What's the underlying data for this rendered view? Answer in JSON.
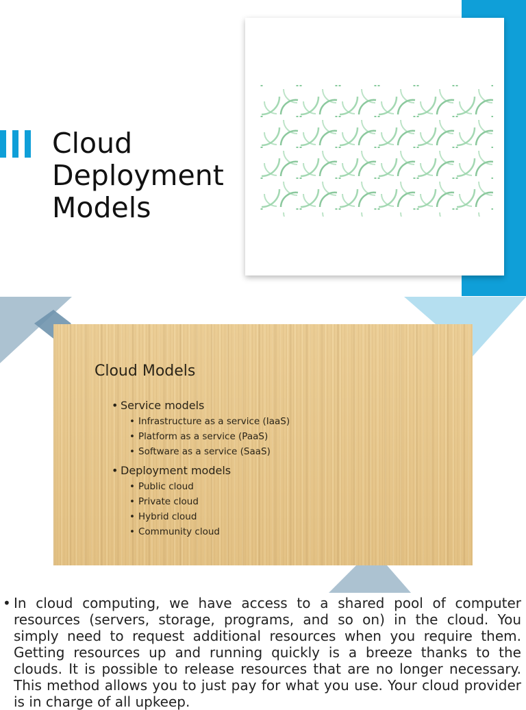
{
  "colors": {
    "accent_blue": "#0f9fd8",
    "deco_slate": "#9db7c9",
    "deco_light": "#b5dff0",
    "wood": "#e7c88f"
  },
  "header": {
    "title": "Cloud Deployment Models"
  },
  "slide": {
    "title": "Cloud Models",
    "groups": [
      {
        "label": "Service models",
        "items": [
          "Infrastructure as a service (IaaS)",
          "Platform as a service (PaaS)",
          "Software as a service (SaaS)"
        ]
      },
      {
        "label": "Deployment models",
        "items": [
          "Public cloud",
          "Private cloud",
          "Hybrid cloud",
          "Community cloud"
        ]
      }
    ]
  },
  "body": {
    "paragraph": "In cloud computing, we have access to a shared pool of computer resources (servers, storage, programs, and so on) in the cloud. You simply need to request additional resources when you require them. Getting resources up and running quickly is a breeze thanks to the clouds. It is possible to release resources that are no longer necessary. This method allows you to just pay for what you use. Your cloud provider is in charge of all upkeep."
  }
}
